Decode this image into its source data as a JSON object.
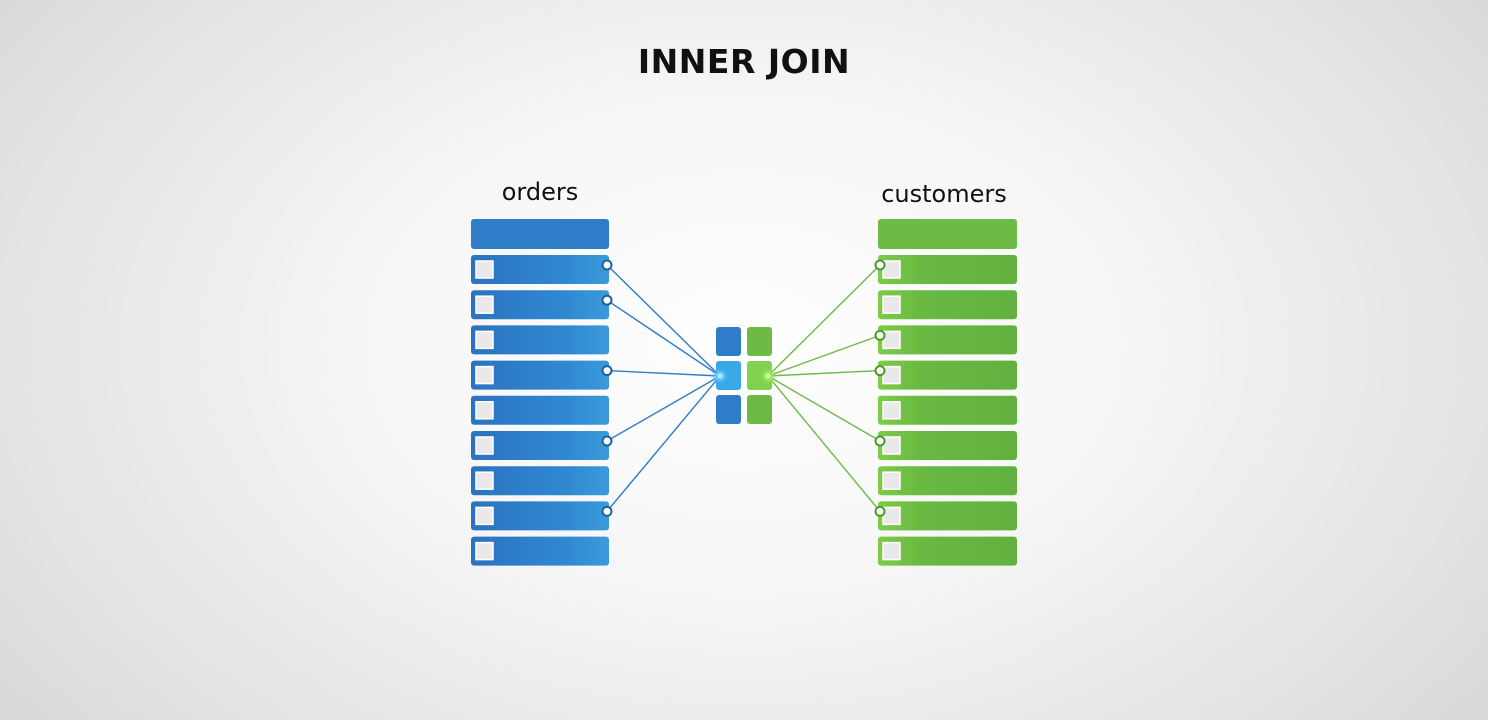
{
  "title": "INNER JOIN",
  "left_table": {
    "label": "orders",
    "color": "#2f7cc9",
    "rows": 9,
    "connected_rows": [
      0,
      1,
      3,
      5,
      7
    ]
  },
  "right_table": {
    "label": "customers",
    "color": "#6dba45",
    "rows": 9,
    "connected_rows": [
      0,
      2,
      3,
      5,
      7
    ]
  },
  "join_cells": {
    "blue": "#2f7cc9",
    "green": "#6dba45",
    "highlight_blue": "#3aa7e6",
    "highlight_green": "#7fd14e"
  },
  "icons": {
    "row_key": "white-square-icon",
    "connector": "ring-node-icon"
  }
}
